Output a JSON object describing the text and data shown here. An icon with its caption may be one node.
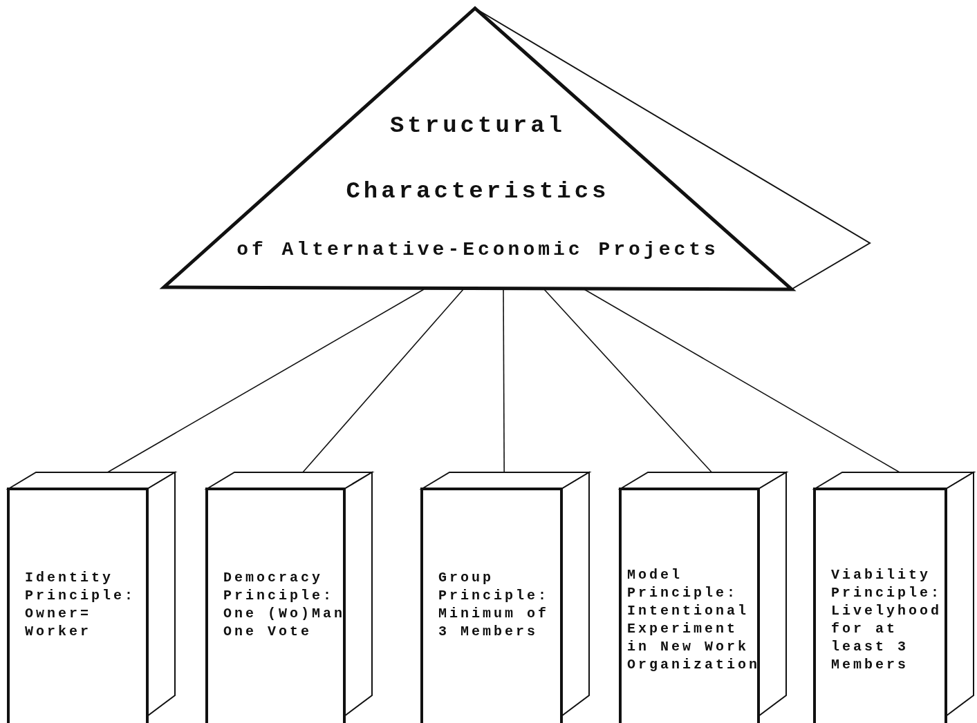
{
  "diagram": {
    "nodes": [
      {
        "text": [
          "Structural",
          "Characteristics",
          "of Alternative-Economic Projects"
        ]
      },
      {
        "text": [
          "Identity Principle: Owner= Worker"
        ]
      },
      {
        "text": [
          "Democracy Principle: One (Wo)Man One Vote"
        ]
      },
      {
        "text": [
          "Group Principle: Minimum of 3 Members"
        ]
      },
      {
        "text": [
          "Model Principle: Intentional Experiment in New Work Organization"
        ]
      },
      {
        "text": [
          "Viability Principle: Livelyhood for at least 3 Members"
        ]
      }
    ],
    "edges": [
      {
        "from": 0,
        "to": 1,
        "arrow": "none"
      },
      {
        "from": 0,
        "to": 2,
        "arrow": "none"
      },
      {
        "from": 0,
        "to": 3,
        "arrow": "none"
      },
      {
        "from": 0,
        "to": 4,
        "arrow": "none"
      },
      {
        "from": 0,
        "to": 5,
        "arrow": "none"
      }
    ]
  }
}
